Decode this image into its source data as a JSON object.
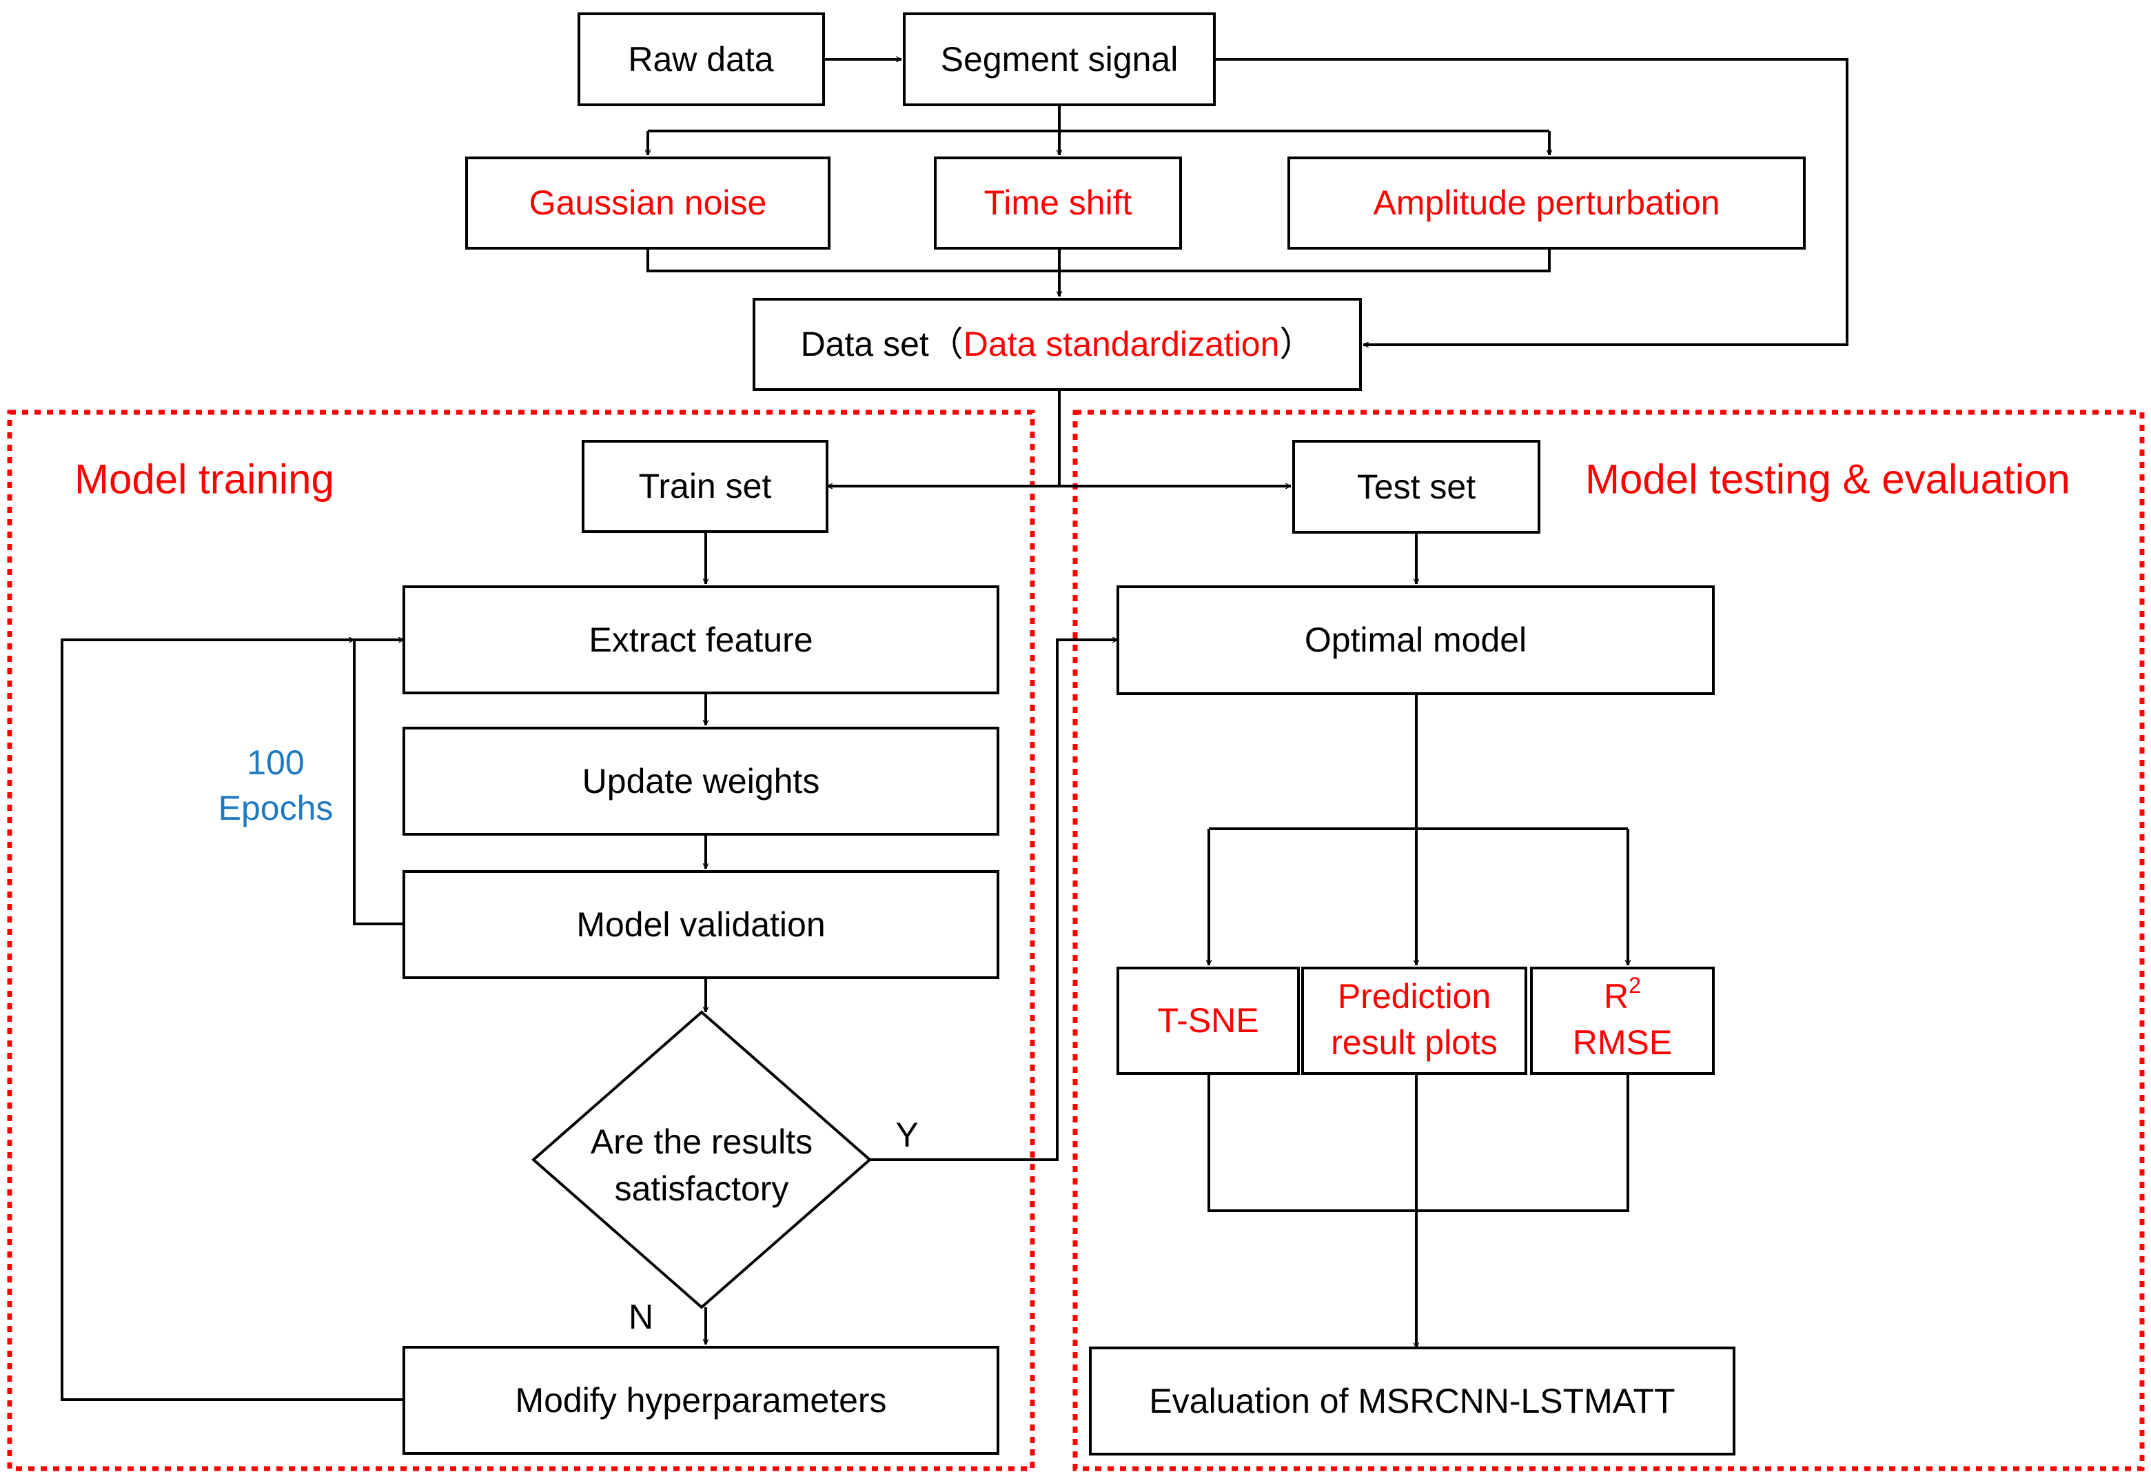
{
  "colors": {
    "accent_red": "#ff0000",
    "epoch_blue": "#1f7ac0",
    "line_black": "#000000"
  },
  "sections": {
    "training_title": "Model training",
    "testing_title": "Model testing & evaluation"
  },
  "nodes": {
    "raw_data": "Raw data",
    "segment_signal": "Segment signal",
    "gaussian_noise": "Gaussian noise",
    "time_shift": "Time shift",
    "amplitude_perturbation": "Amplitude perturbation",
    "data_set": "Data set",
    "data_set_open": "（",
    "data_standardization": "Data standardization",
    "data_set_close": "）",
    "train_set": "Train set",
    "test_set": "Test set",
    "extract_feature": "Extract feature",
    "update_weights": "Update weights",
    "model_validation": "Model validation",
    "decision_line1": "Are the results",
    "decision_line2": "satisfactory",
    "modify_hyperparameters": "Modify hyperparameters",
    "optimal_model": "Optimal model",
    "tsne": "T-SNE",
    "prediction_line1": "Prediction",
    "prediction_line2": "result plots",
    "r2_base": "R",
    "r2_sup": "2",
    "rmse": "RMSE",
    "evaluation": "Evaluation of MSRCNN-LSTMATT"
  },
  "labels": {
    "epochs_count": "100",
    "epochs_word": "Epochs",
    "yes": "Y",
    "no": "N"
  }
}
